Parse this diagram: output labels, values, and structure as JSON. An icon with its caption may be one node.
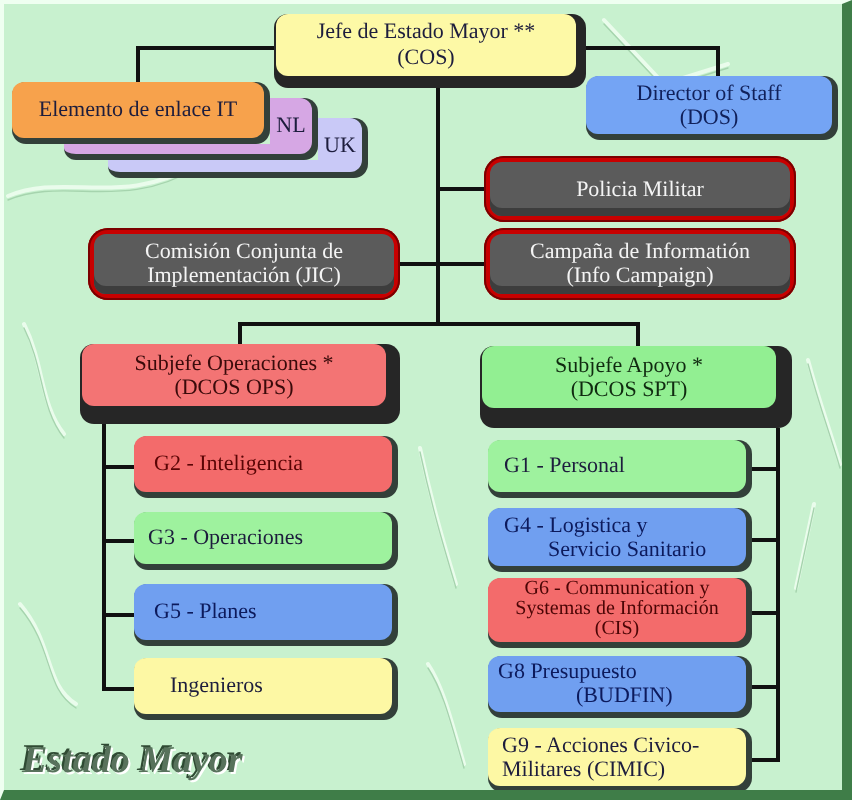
{
  "diagram": {
    "title": "Estado Mayor",
    "nodes": [
      {
        "text": [
          "Jefe de Estado Mayor ** (COS)"
        ]
      },
      {
        "text": [
          "Elemento de enlace IT"
        ]
      },
      {
        "text": [
          "NL"
        ]
      },
      {
        "text": [
          "UK"
        ]
      },
      {
        "text": [
          "Director of Staff (DOS)"
        ]
      },
      {
        "text": [
          "Policia Militar"
        ]
      },
      {
        "text": [
          "Comisión Conjunta de Implementación (JIC)"
        ]
      },
      {
        "text": [
          "Campaña de Informatión (Info Campaign)"
        ]
      },
      {
        "text": [
          "Subjefe Operaciones * (DCOS OPS)"
        ]
      },
      {
        "text": [
          "Subjefe Apoyo * (DCOS SPT)"
        ]
      },
      {
        "text": [
          "G2 - Inteligencia"
        ]
      },
      {
        "text": [
          "G3 - Operaciones"
        ]
      },
      {
        "text": [
          "G5 - Planes"
        ]
      },
      {
        "text": [
          "Ingenieros"
        ]
      },
      {
        "text": [
          "G1 - Personal"
        ]
      },
      {
        "text": [
          "G4 - Logistica y Servicio Sanitario"
        ]
      },
      {
        "text": [
          "G6 - Communication y Systemas de Información (CIS)"
        ]
      },
      {
        "text": [
          "G8 Presupuesto (BUDFIN)"
        ]
      },
      {
        "text": [
          "G9 - Acciones Civico-Militares (CIMIC)"
        ]
      }
    ],
    "edges": [
      {
        "from": 0,
        "to": 1,
        "arrow": "none"
      },
      {
        "from": 0,
        "to": 4,
        "arrow": "none"
      },
      {
        "from": 0,
        "to": 5,
        "arrow": "none"
      },
      {
        "from": 0,
        "to": 6,
        "arrow": "none"
      },
      {
        "from": 0,
        "to": 7,
        "arrow": "none"
      },
      {
        "from": 0,
        "to": 8,
        "arrow": "none"
      },
      {
        "from": 0,
        "to": 9,
        "arrow": "none"
      },
      {
        "from": 8,
        "to": 10,
        "arrow": "none"
      },
      {
        "from": 8,
        "to": 11,
        "arrow": "none"
      },
      {
        "from": 8,
        "to": 12,
        "arrow": "none"
      },
      {
        "from": 8,
        "to": 13,
        "arrow": "none"
      },
      {
        "from": 9,
        "to": 14,
        "arrow": "none"
      },
      {
        "from": 9,
        "to": 15,
        "arrow": "none"
      },
      {
        "from": 9,
        "to": 16,
        "arrow": "none"
      },
      {
        "from": 9,
        "to": 17,
        "arrow": "none"
      },
      {
        "from": 9,
        "to": 18,
        "arrow": "none"
      }
    ]
  }
}
